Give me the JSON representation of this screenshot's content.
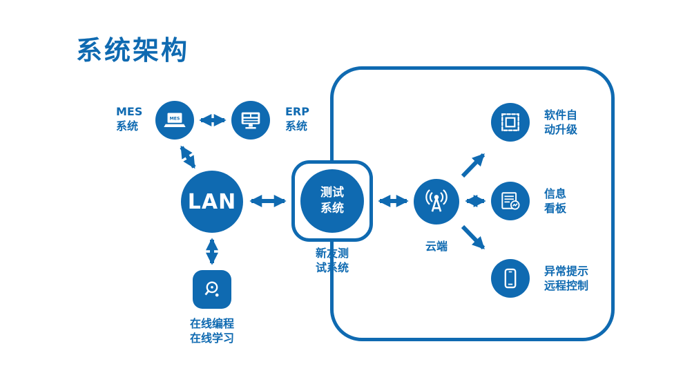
{
  "title": "系统架构",
  "colors": {
    "primary": "#0f6ab1"
  },
  "nodes": {
    "mes": {
      "icon_screen_text": "MES",
      "label_line1": "MES",
      "label_line2": "系统"
    },
    "erp": {
      "label_line1": "ERP",
      "label_line2": "系统"
    },
    "lan": {
      "text": "LAN"
    },
    "test": {
      "circle_line1": "测试",
      "circle_line2": "系统",
      "caption_line1": "新友测",
      "caption_line2": "试系统"
    },
    "cloud": {
      "caption": "云端"
    },
    "software_upgrade": {
      "label_line1": "软件自",
      "label_line2": "动升级"
    },
    "info_board": {
      "label_line1": "信息",
      "label_line2": "看板"
    },
    "remote": {
      "label_line1": "异常提示",
      "label_line2": "远程控制"
    },
    "online": {
      "label_line1": "在线编程",
      "label_line2": "在线学习"
    }
  }
}
